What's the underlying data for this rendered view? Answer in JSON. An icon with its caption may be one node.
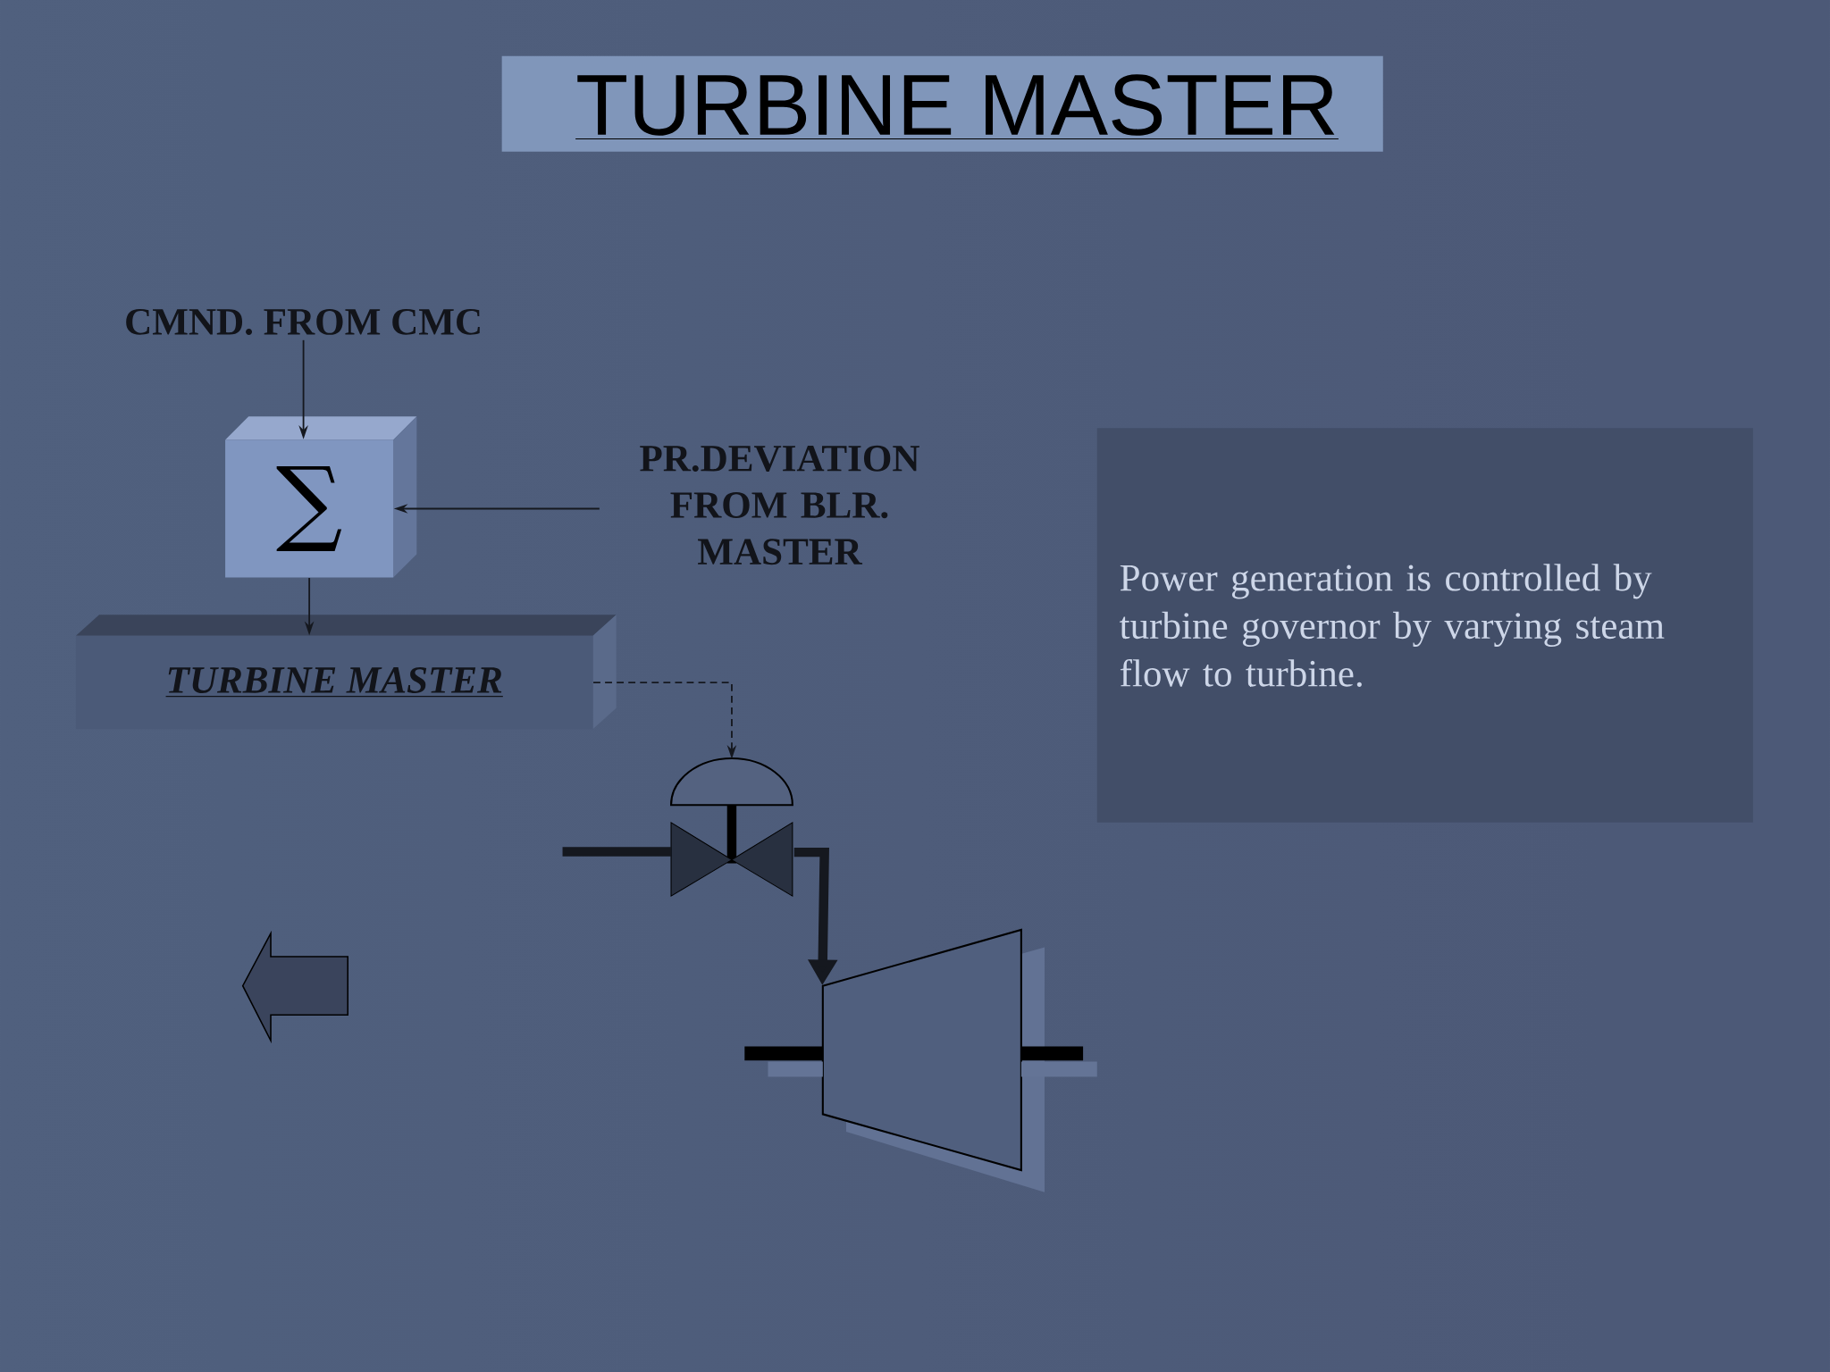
{
  "diagram": {
    "title": "TURBINE MASTER",
    "nodes": [
      {
        "text": [
          "CMND. FROM CMC"
        ]
      },
      {
        "text": [
          "∑"
        ]
      },
      {
        "text": [
          "PR.DEVIATION FROM BLR. MASTER"
        ]
      },
      {
        "text": [
          "TURBINE MASTER"
        ]
      },
      {
        "text": [],
        "shape": "valve"
      },
      {
        "text": [],
        "shape": "trapezoid"
      },
      {
        "text": [
          "Power generation is controlled by turbine governor by varying steam flow to turbine."
        ]
      }
    ],
    "edges": [
      {
        "from": 0,
        "to": 1,
        "arrow": "to"
      },
      {
        "from": 2,
        "to": 1,
        "arrow": "to"
      },
      {
        "from": 1,
        "to": 3,
        "arrow": "to"
      },
      {
        "from": 3,
        "to": 4,
        "arrow": "to",
        "style": "dashed"
      },
      {
        "from": 4,
        "to": 5,
        "arrow": "to",
        "style": "thick"
      }
    ]
  }
}
